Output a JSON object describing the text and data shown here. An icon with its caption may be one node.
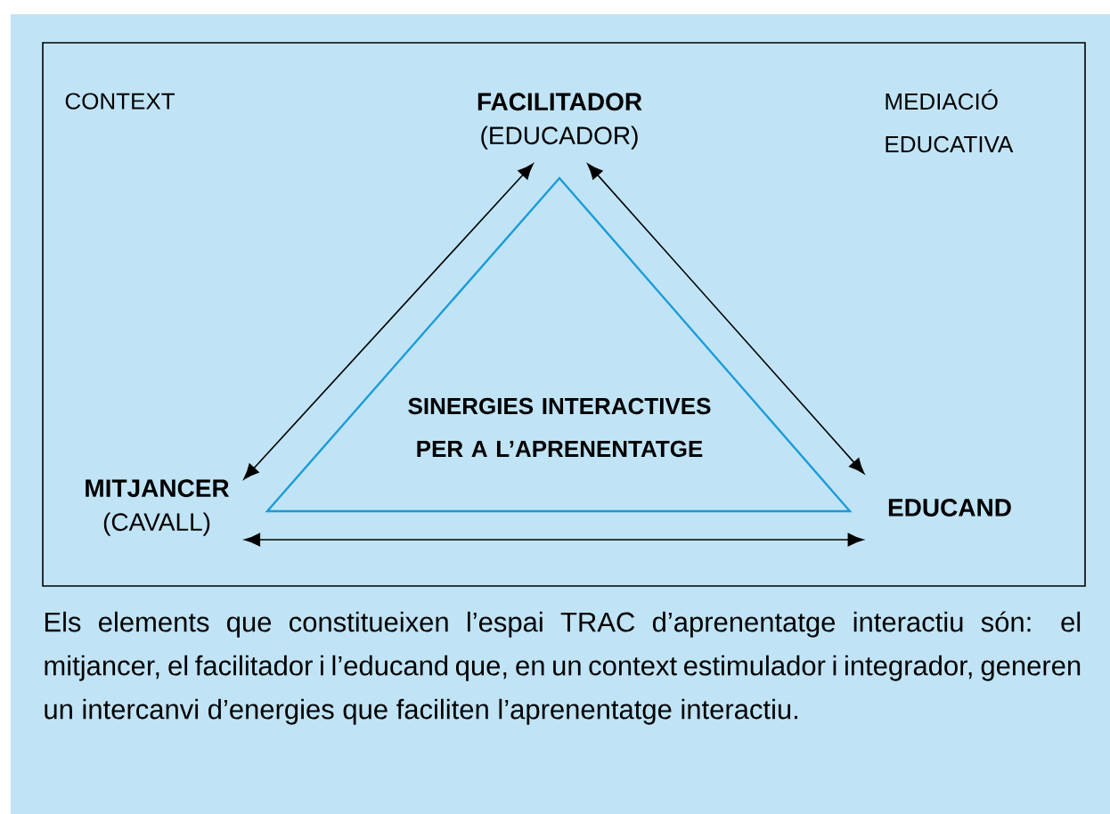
{
  "diagram": {
    "caption": "Els elements que constitueixen l’espai TRAC d’aprenentatge interactiu són: el mitjancer, el facilitador i l’educand que, en un context estimulador i integrador, generen un intercanvi d’energies que faciliten l’aprenentatge interactiu.",
    "nodes": [
      {
        "text": [
          "CONTEXT",
          "MEDIACIÓ EDUCATIVA"
        ]
      },
      {
        "text": [
          "FACILITADOR",
          "(EDUCADOR)"
        ],
        "in": 0
      },
      {
        "text": [
          "MITJANCER",
          "(CAVALL)"
        ],
        "in": 0
      },
      {
        "text": [
          "EDUCAND"
        ],
        "in": 0
      },
      {
        "text": [
          "SINERGIES INTERACTIVES PER A L’APRENENTATGE"
        ],
        "in": 0
      }
    ],
    "edges": [
      {
        "from": 1,
        "to": 2,
        "arrow": "both"
      },
      {
        "from": 1,
        "to": 3,
        "arrow": "both"
      },
      {
        "from": 2,
        "to": 3,
        "arrow": "both"
      }
    ]
  }
}
